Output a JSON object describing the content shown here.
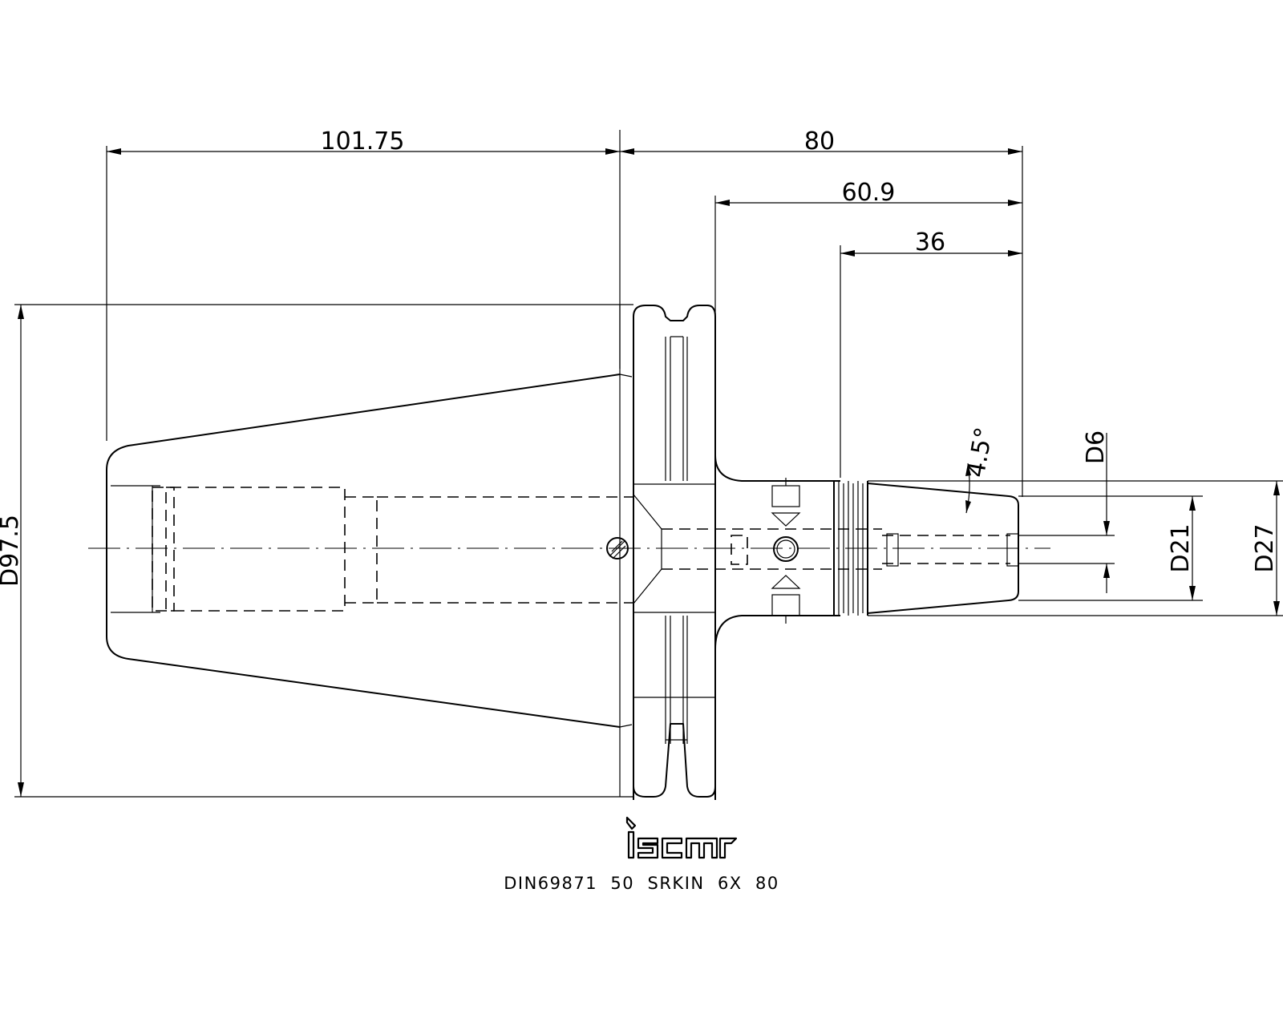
{
  "dimensions": {
    "overall_taper_length": "101.75",
    "projection_length": "80",
    "collar_to_tip": "60.9",
    "nose_length": "36",
    "flange_diameter": "D97.5",
    "bore_diameter": "D6",
    "nose_tip_diameter": "D21",
    "nose_base_diameter": "D27",
    "taper_angle": "4.5°"
  },
  "title_block": {
    "brand": "iscar",
    "designation": "DIN69871  50  SRKIN  6X  80"
  },
  "colors": {
    "line": "#000000",
    "background": "#ffffff"
  }
}
